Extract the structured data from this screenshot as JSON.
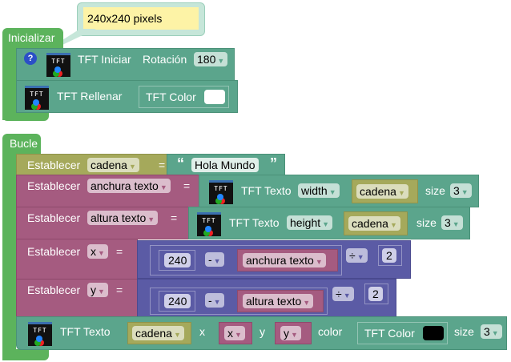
{
  "comment": {
    "text": "240x240 pixels"
  },
  "setup": {
    "label": "Inicializar",
    "tft_init": {
      "label": "TFT Iniciar",
      "rotation_label": "Rotación",
      "rotation_value": "180",
      "help": "?"
    },
    "tft_fill": {
      "label": "TFT Rellenar",
      "color_label": "TFT Color",
      "color": "#ffffff"
    }
  },
  "loop": {
    "label": "Bucle",
    "set_cadena": {
      "label": "Establecer",
      "var": "cadena",
      "eq": "=",
      "open_quote": "“",
      "value": "Hola Mundo",
      "close_quote": "”"
    },
    "set_anchura": {
      "label": "Establecer",
      "var": "anchura texto",
      "eq": "=",
      "fn": "TFT Texto",
      "mode": "width",
      "arg": "cadena",
      "size_label": "size",
      "size": "3"
    },
    "set_altura": {
      "label": "Establecer",
      "var": "altura texto",
      "eq": "=",
      "fn": "TFT Texto",
      "mode": "height",
      "arg": "cadena",
      "size_label": "size",
      "size": "3"
    },
    "set_x": {
      "label": "Establecer",
      "var": "x",
      "eq": "=",
      "a": "240",
      "op": "-",
      "b": "anchura texto",
      "div": "÷",
      "d": "2"
    },
    "set_y": {
      "label": "Establecer",
      "var": "y",
      "eq": "=",
      "a": "240",
      "op": "-",
      "b": "altura texto",
      "div": "÷",
      "d": "2"
    },
    "tft_text": {
      "label": "TFT Texto",
      "arg": "cadena",
      "x_label": "x",
      "x": "x",
      "y_label": "y",
      "y": "y",
      "color_label": "color",
      "color_block": "TFT Color",
      "color": "#000000",
      "size_label": "size",
      "size": "3"
    }
  },
  "icon_text": "TFT"
}
